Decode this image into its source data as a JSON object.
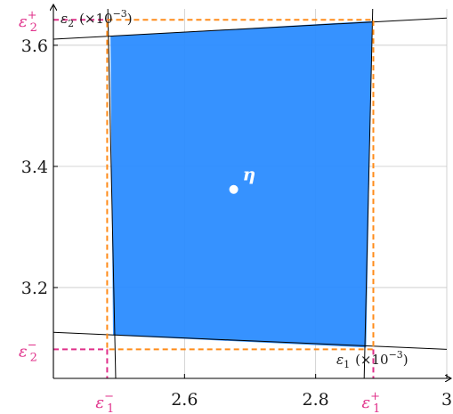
{
  "colors": {
    "region_fill": "#2b8cff",
    "bound_box": "#ff8c1a",
    "bound_marker": "#e0308a",
    "grid": "#c8c8c8",
    "axis": "#000000",
    "point": "#ffffff"
  },
  "chart_data": {
    "type": "scatter",
    "x_axis": {
      "range": [
        2.4,
        3.0
      ],
      "ticks": [
        2.6,
        2.8,
        3.0
      ],
      "tick_labels": [
        "2.6",
        "2.8",
        "3"
      ],
      "label_symbol": "ε",
      "label_sub": "1",
      "label_unit_base": "(×10",
      "label_unit_exp": "−3",
      "label_unit_close": ")"
    },
    "y_axis": {
      "range": [
        3.05,
        3.66
      ],
      "ticks": [
        3.2,
        3.4,
        3.6
      ],
      "tick_labels": [
        "3.2",
        "3.4",
        "3.6"
      ],
      "label_symbol": "ε",
      "label_sub": "2",
      "label_unit_base": "(×10",
      "label_unit_exp": "−3",
      "label_unit_close": ")"
    },
    "grid": true,
    "feasible_region": [
      [
        2.487,
        3.615
      ],
      [
        2.886,
        3.64
      ],
      [
        2.877,
        3.101
      ],
      [
        2.491,
        3.121
      ]
    ],
    "boundary_lines": [
      {
        "x1": 2.4,
        "y1": 3.61,
        "x2": 3.0,
        "y2": 3.645
      },
      {
        "x1": 2.4,
        "y1": 3.126,
        "x2": 3.0,
        "y2": 3.098
      },
      {
        "x1": 2.483,
        "y1": 3.66,
        "x2": 2.495,
        "y2": 3.05
      },
      {
        "x1": 2.887,
        "y1": 3.66,
        "x2": 2.874,
        "y2": 3.05
      }
    ],
    "bounds": {
      "eps1_min": 2.482,
      "eps1_max": 2.888,
      "eps2_min": 3.098,
      "eps2_max": 3.642
    },
    "bound_labels": {
      "eps1_min": {
        "base": "ε",
        "sub": "1",
        "sup": "−"
      },
      "eps1_max": {
        "base": "ε",
        "sub": "1",
        "sup": "+"
      },
      "eps2_min": {
        "base": "ε",
        "sub": "2",
        "sup": "−"
      },
      "eps2_max": {
        "base": "ε",
        "sub": "2",
        "sup": "+"
      }
    },
    "point": {
      "x": 2.675,
      "y": 3.362,
      "label": "η"
    }
  }
}
